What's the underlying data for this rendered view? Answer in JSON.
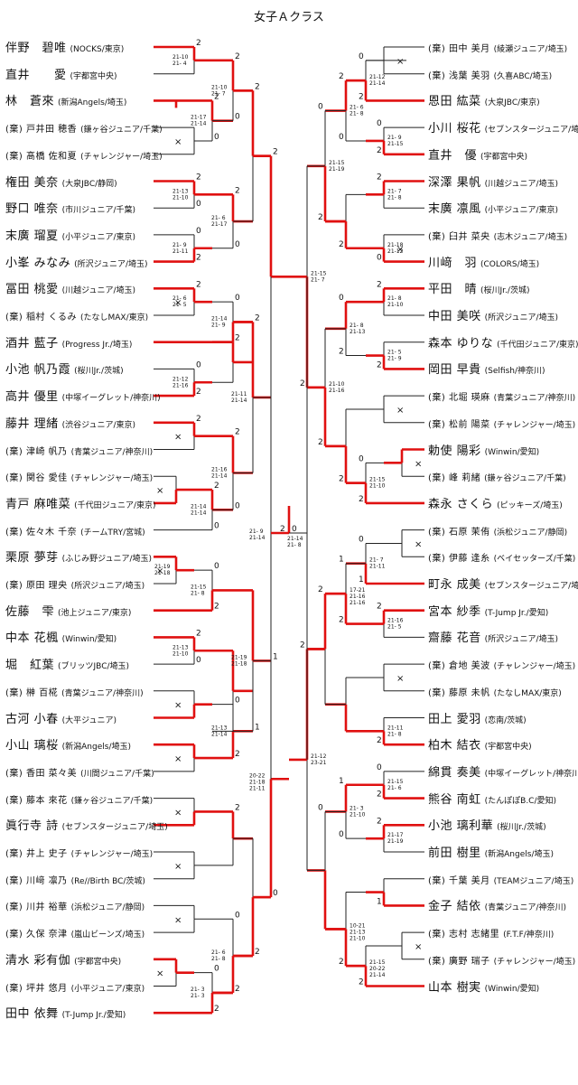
{
  "title": "女子Ａクラス",
  "left": [
    {
      "name": "伴野　碧唯",
      "club": "(NOCKS/東京)"
    },
    {
      "name": "直井　　愛",
      "club": "(宇都宮中央)"
    },
    {
      "name": "林　蒼來",
      "club": "(新潟Angels/埼玉)"
    },
    {
      "name": "(棄) 戸井田 穂香",
      "club": "(鎌ヶ谷ジュニア/千葉)",
      "bye": true
    },
    {
      "name": "(棄) 髙橋 佐和夏",
      "club": "(チャレンジャー/埼玉)",
      "bye": true
    },
    {
      "name": "権田 美奈",
      "club": "(大泉JBC/静岡)"
    },
    {
      "name": "野口 唯奈",
      "club": "(市川ジュニア/千葉)"
    },
    {
      "name": "末廣 瑠夏",
      "club": "(小平ジュニア/東京)"
    },
    {
      "name": "小峯 みなみ",
      "club": "(所沢ジュニア/埼玉)"
    },
    {
      "name": "冨田 桃愛",
      "club": "(川越ジュニア/埼玉)"
    },
    {
      "name": "(棄) 稲村 くるみ",
      "club": "(たなしMAX/東京)",
      "bye": true
    },
    {
      "name": "酒井 藍子",
      "club": "(Progress Jr./埼玉)"
    },
    {
      "name": "小池 帆乃霞",
      "club": "(桜川Jr./茨城)"
    },
    {
      "name": "高井 優里",
      "club": "(中塚イーグレット/神奈川)"
    },
    {
      "name": "藤井 理緒",
      "club": "(渋谷ジュニア/東京)"
    },
    {
      "name": "(棄) 津崎 帆乃",
      "club": "(青葉ジュニア/神奈川)",
      "bye": true
    },
    {
      "name": "(棄) 関谷 愛佳",
      "club": "(チャレンジャー/埼玉)",
      "bye": true
    },
    {
      "name": "青戸 麻唯菜",
      "club": "(千代田ジュニア/東京)"
    },
    {
      "name": "(棄) 佐々木 千奈",
      "club": "(チームTRY/宮城)",
      "bye": true
    },
    {
      "name": "栗原 夢芽",
      "club": "(ふじみ野ジュニア/埼玉)"
    },
    {
      "name": "(棄) 原田 理央",
      "club": "(所沢ジュニア/埼玉)",
      "bye": true
    },
    {
      "name": "佐藤　雫",
      "club": "(池上ジュニア/東京)"
    },
    {
      "name": "中本 花楓",
      "club": "(Winwin/愛知)"
    },
    {
      "name": "堀　紅葉",
      "club": "(ブリッツJBC/埼玉)"
    },
    {
      "name": "(棄) 榊 百椛",
      "club": "(青葉ジュニア/神奈川)",
      "bye": true
    },
    {
      "name": "古河 小春",
      "club": "(大平ジュニア)"
    },
    {
      "name": "小山 璃桜",
      "club": "(新潟Angels/埼玉)"
    },
    {
      "name": "(棄) 香田 菜々美",
      "club": "(川間ジュニア/千葉)",
      "bye": true
    },
    {
      "name": "(棄) 藤本 來花",
      "club": "(鎌ヶ谷ジュニア/千葉)",
      "bye": true
    },
    {
      "name": "眞行寺 詩",
      "club": "(セブンスタージュニア/埼玉)"
    },
    {
      "name": "(棄) 井上 史子",
      "club": "(チャレンジャー/埼玉)",
      "bye": true
    },
    {
      "name": "(棄) 川﨑 凛乃",
      "club": "(Re//Birth BC/茨城)",
      "bye": true
    },
    {
      "name": "(棄) 川井 裕華",
      "club": "(浜松ジュニア/静岡)",
      "bye": true
    },
    {
      "name": "(棄) 久保 奈津",
      "club": "(嵐山ビーンズ/埼玉)",
      "bye": true
    },
    {
      "name": "清水 彩有伽",
      "club": "(宇都宮中央)"
    },
    {
      "name": "(棄) 坪井 悠月",
      "club": "(小平ジュニア/東京)",
      "bye": true
    },
    {
      "name": "田中 依舞",
      "club": "(T-Jump Jr./愛知)"
    }
  ],
  "right": [
    {
      "name": "(棄) 田中 美月",
      "club": "(綾瀬ジュニア/埼玉)",
      "bye": true
    },
    {
      "name": "(棄) 浅葉 美羽",
      "club": "(久喜ABC/埼玉)",
      "bye": true
    },
    {
      "name": "恩田 紘菜",
      "club": "(大泉JBC/東京)"
    },
    {
      "name": "小川 桜花",
      "club": "(セブンスタージュニア/埼玉)"
    },
    {
      "name": "直井　優",
      "club": "(宇都宮中央)"
    },
    {
      "name": "深澤 果帆",
      "club": "(川越ジュニア/埼玉)"
    },
    {
      "name": "末廣 凛風",
      "club": "(小平ジュニア/東京)"
    },
    {
      "name": "(棄) 臼井 菜央",
      "club": "(志木ジュニア/埼玉)",
      "bye": true
    },
    {
      "name": "川﨑　羽",
      "club": "(COLORS/埼玉)"
    },
    {
      "name": "平田　晴",
      "club": "(桜川Jr./茨城)"
    },
    {
      "name": "中田 美咲",
      "club": "(所沢ジュニア/埼玉)"
    },
    {
      "name": "森本 ゆりな",
      "club": "(千代田ジュニア/東京)"
    },
    {
      "name": "岡田 早貴",
      "club": "(Selfish/神奈川)"
    },
    {
      "name": "(棄) 北堀 瑛麻",
      "club": "(青葉ジュニア/神奈川)",
      "bye": true
    },
    {
      "name": "(棄) 松前 陽菜",
      "club": "(チャレンジャー/埼玉)",
      "bye": true
    },
    {
      "name": "勅使 陽彩",
      "club": "(Winwin/愛知)"
    },
    {
      "name": "(棄) 峰 莉緒",
      "club": "(鎌ヶ谷ジュニア/千葉)",
      "bye": true
    },
    {
      "name": "森永 さくら",
      "club": "(ピッキーズ/埼玉)"
    },
    {
      "name": "(棄) 石原 茉侑",
      "club": "(浜松ジュニア/静岡)",
      "bye": true
    },
    {
      "name": "(棄) 伊藤 逢糸",
      "club": "(ベイセッターズ/千葉)",
      "bye": true
    },
    {
      "name": "町永 成美",
      "club": "(セブンスタージュニア/埼玉)"
    },
    {
      "name": "宮本 紗季",
      "club": "(T-Jump Jr./愛知)"
    },
    {
      "name": "齋藤 花音",
      "club": "(所沢ジュニア/埼玉)"
    },
    {
      "name": "(棄) 倉地 美波",
      "club": "(チャレンジャー/埼玉)",
      "bye": true
    },
    {
      "name": "(棄) 藤原 未帆",
      "club": "(たなしMAX/東京)",
      "bye": true
    },
    {
      "name": "田上 愛羽",
      "club": "(恋南/茨城)"
    },
    {
      "name": "柏木 結衣",
      "club": "(宇都宮中央)"
    },
    {
      "name": "綿貫 奏美",
      "club": "(中塚イーグレット/神奈川)"
    },
    {
      "name": "熊谷 南虹",
      "club": "(たんぽぽB.C/愛知)"
    },
    {
      "name": "小池 璃利華",
      "club": "(桜川Jr./茨城)"
    },
    {
      "name": "前田 樹里",
      "club": "(新潟Angels/埼玉)"
    },
    {
      "name": "(棄) 千葉 美月",
      "club": "(TEAMジュニア/埼玉)",
      "bye": true
    },
    {
      "name": "金子 結依",
      "club": "(青葉ジュニア/神奈川)"
    },
    {
      "name": "(棄) 志村 志緒里",
      "club": "(F.T.F/神奈川)",
      "bye": true
    },
    {
      "name": "(棄) 廣野 瑞子",
      "club": "(チャレンジャー/埼玉)",
      "bye": true
    },
    {
      "name": "山本 樹実",
      "club": "(Winwin/愛知)"
    }
  ],
  "scores": {
    "l1": "21-10\n21- 4",
    "l2": "21-17\n21-14",
    "l3": "21-13\n21-10",
    "l4": "21- 6\n21-17",
    "l5": "21- 9\n21-11",
    "l6": "21- 6\n21- 5",
    "l7": "21-12\n21-16",
    "l8": "21-10\n21- 7",
    "l9": "21-14\n21- 9",
    "l10": "21-14\n21-14",
    "l11": "21-11\n21-14",
    "l12": "21-16\n21-14",
    "l13": "21-19\n21-18",
    "l14": "21-13\n21-10",
    "l15": "21-15\n21- 8",
    "l16": "21-13\n21-14",
    "l17": "21-19\n21-18",
    "l18": "21- 3\n21- 3",
    "l19": "21- 6\n21- 8",
    "l20": "20-22\n21-18\n21-11",
    "l21": "21- 9\n21-14",
    "c1": "21-14\n21- 8",
    "c2": "21-15\n21- 7",
    "r1": "21-12\n21-14",
    "r2": "21- 9\n21-15",
    "r3": "21- 6\n21- 8",
    "r4": "21- 7\n21- 8",
    "r5": "21-18\n21-12",
    "r6": "21-15\n21-19",
    "r7": "21- 8\n21-10",
    "r8": "21- 8\n21-13",
    "r9": "21- 5\n21- 9",
    "r10": "21-10\n21-16",
    "r11": "21-15\n21-10",
    "r12": "21- 7\n21-11",
    "r13": "21-16\n21- 5",
    "r14": "17-21\n21-16\n21-16",
    "r15": "21-11\n21- 8",
    "r16": "21-12\n23-21",
    "r17": "21-15\n21- 6",
    "r18": "21- 3\n21-10",
    "r19": "21-17\n21-19",
    "r20": "10-21\n21-13\n21-10",
    "r21": "21-15\n20-22\n21-14"
  },
  "marks": {
    "win": "2",
    "lose": "0",
    "one": "1",
    "cross": "×"
  },
  "colors": {
    "winner_line": "#e01010",
    "line": "#222222"
  }
}
